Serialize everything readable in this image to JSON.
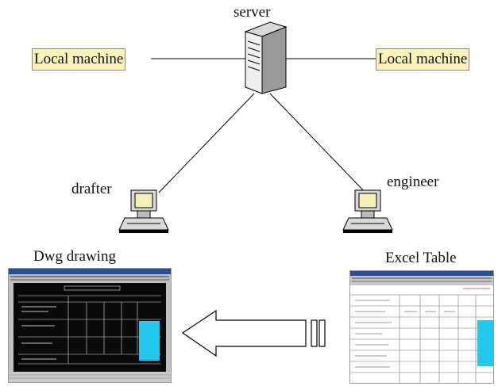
{
  "nodes": {
    "server": "server",
    "local_left": "Local machine",
    "local_right": "Local machine",
    "drafter": "drafter",
    "engineer": "engineer"
  },
  "captions": {
    "dwg": "Dwg drawing",
    "excel": "Excel Table"
  },
  "colors": {
    "box_fill": "#fbf3b8",
    "cad_background": "#0a0a0a",
    "cyan_block": "#22c8ee",
    "computer_screen": "#f4f0b8"
  }
}
